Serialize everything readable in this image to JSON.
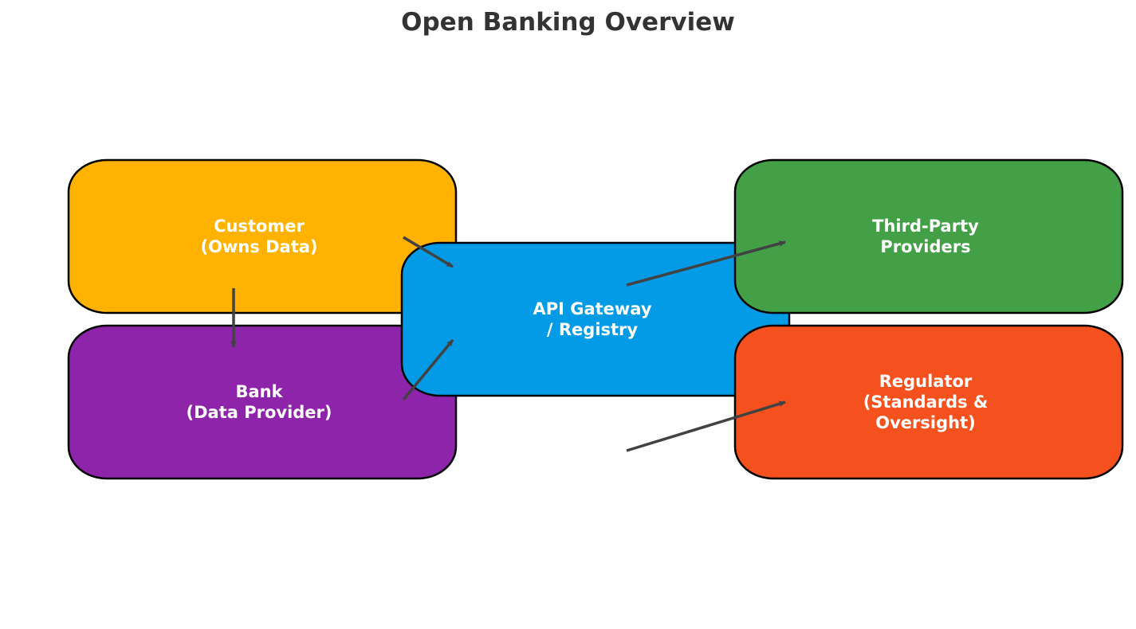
{
  "title": "Open Banking Overview",
  "nodes": [
    {
      "id": "customer",
      "lines": [
        "Customer",
        "(Owns Data)"
      ],
      "color": "#FFB300"
    },
    {
      "id": "bank",
      "lines": [
        "Bank",
        "(Data Provider)"
      ],
      "color": "#8E24AA"
    },
    {
      "id": "gateway",
      "lines": [
        "API Gateway",
        "/ Registry"
      ],
      "color": "#039BE5"
    },
    {
      "id": "tpp",
      "lines": [
        "Third-Party",
        "Providers"
      ],
      "color": "#43A047"
    },
    {
      "id": "regulator",
      "lines": [
        "Regulator",
        "(Standards &",
        "Oversight)"
      ],
      "color": "#F4511E"
    }
  ],
  "edges": [
    {
      "from": "customer",
      "to": "bank"
    },
    {
      "from": "customer",
      "to": "gateway"
    },
    {
      "from": "bank",
      "to": "gateway"
    },
    {
      "from": "gateway",
      "to": "tpp"
    },
    {
      "from": "gateway",
      "to": "regulator"
    }
  ],
  "colors": {
    "stroke": "#000000",
    "arrow": "#424242",
    "title": "#333333"
  }
}
